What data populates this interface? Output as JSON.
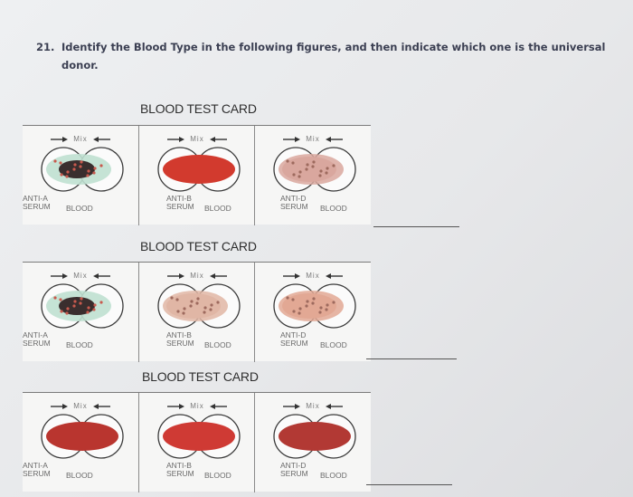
{
  "question": {
    "number": "21.",
    "text_line1": "Identify the Blood Type in the following figures, and then indicate which one is the universal",
    "text_line2": "donor."
  },
  "cards": [
    {
      "title": "BLOOD TEST CARD",
      "wells": [
        {
          "serum": "ANTI-A",
          "result": "clumped",
          "fill": "#c94848"
        },
        {
          "serum": "ANTI-B",
          "result": "smooth",
          "fill": "#d23a2e"
        },
        {
          "serum": "ANTI-D",
          "result": "clumped",
          "fill": "#d9a79e"
        }
      ]
    },
    {
      "title": "BLOOD TEST CARD",
      "wells": [
        {
          "serum": "ANTI-A",
          "result": "clumped",
          "fill": "#c94848"
        },
        {
          "serum": "ANTI-B",
          "result": "clumped",
          "fill": "#e0b6a5"
        },
        {
          "serum": "ANTI-D",
          "result": "clumped",
          "fill": "#e2a894"
        }
      ]
    },
    {
      "title": "BLOOD TEST CARD",
      "wells": [
        {
          "serum": "ANTI-A",
          "result": "smooth",
          "fill": "#b9352f"
        },
        {
          "serum": "ANTI-B",
          "result": "smooth",
          "fill": "#cf3a34"
        },
        {
          "serum": "ANTI-D",
          "result": "smooth",
          "fill": "#b23934"
        }
      ]
    }
  ],
  "labels": {
    "mix": "Mix",
    "anti_a": "ANTI-A",
    "anti_b": "ANTI-B",
    "anti_d": "ANTI-D",
    "serum": "SERUM",
    "blood": "BLOOD"
  }
}
